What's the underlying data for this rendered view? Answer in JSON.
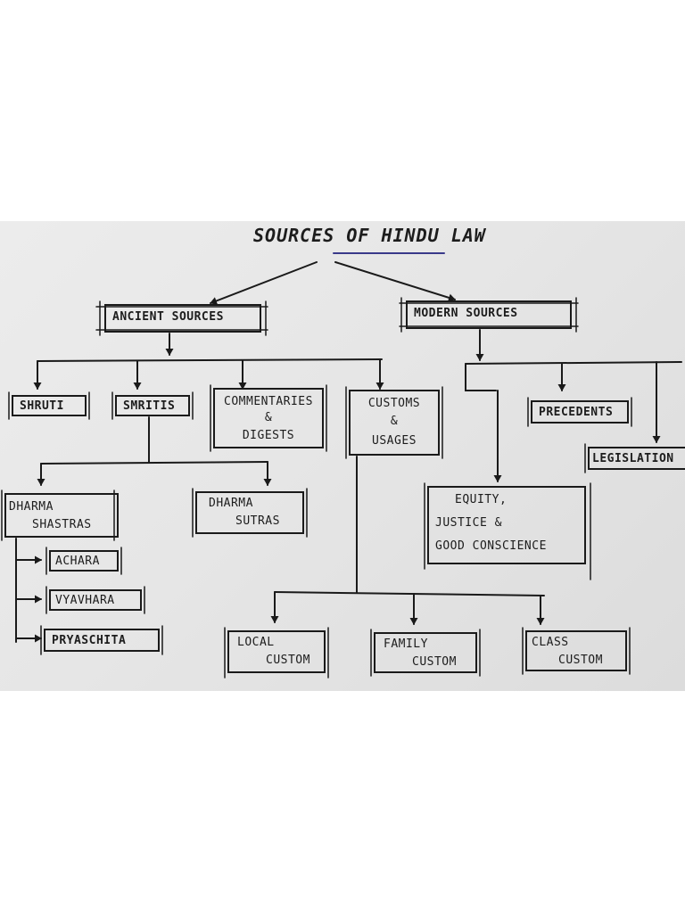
{
  "title": "SOURCES OF HINDU LAW",
  "nodes": {
    "ancient": "ANCIENT SOURCES",
    "modern": "MODERN SOURCES",
    "shruti": "SHRUTI",
    "smritis": "SMRITIS",
    "commentaries_1": "COMMENTARIES",
    "commentaries_amp": "&",
    "commentaries_2": "DIGESTS",
    "customs_1": "CUSTOMS",
    "customs_amp": "&",
    "customs_2": "USAGES",
    "precedents": "PRECEDENTS",
    "legislation": "LEGISLATION",
    "equity_1": "EQUITY,",
    "equity_2": "JUSTICE &",
    "equity_3": "GOOD CONSCIENCE",
    "dharma_shastras_1": "DHARMA",
    "dharma_shastras_2": "SHASTRAS",
    "dharma_sutras_1": "DHARMA",
    "dharma_sutras_2": "SUTRAS",
    "achara": "ACHARA",
    "vyavhara": "VYAVHARA",
    "pryaschita": "PRYASCHITA",
    "local_1": "LOCAL",
    "local_2": "CUSTOM",
    "family_1": "FAMILY",
    "family_2": "CUSTOM",
    "class_1": "CLASS",
    "class_2": "CUSTOM"
  }
}
